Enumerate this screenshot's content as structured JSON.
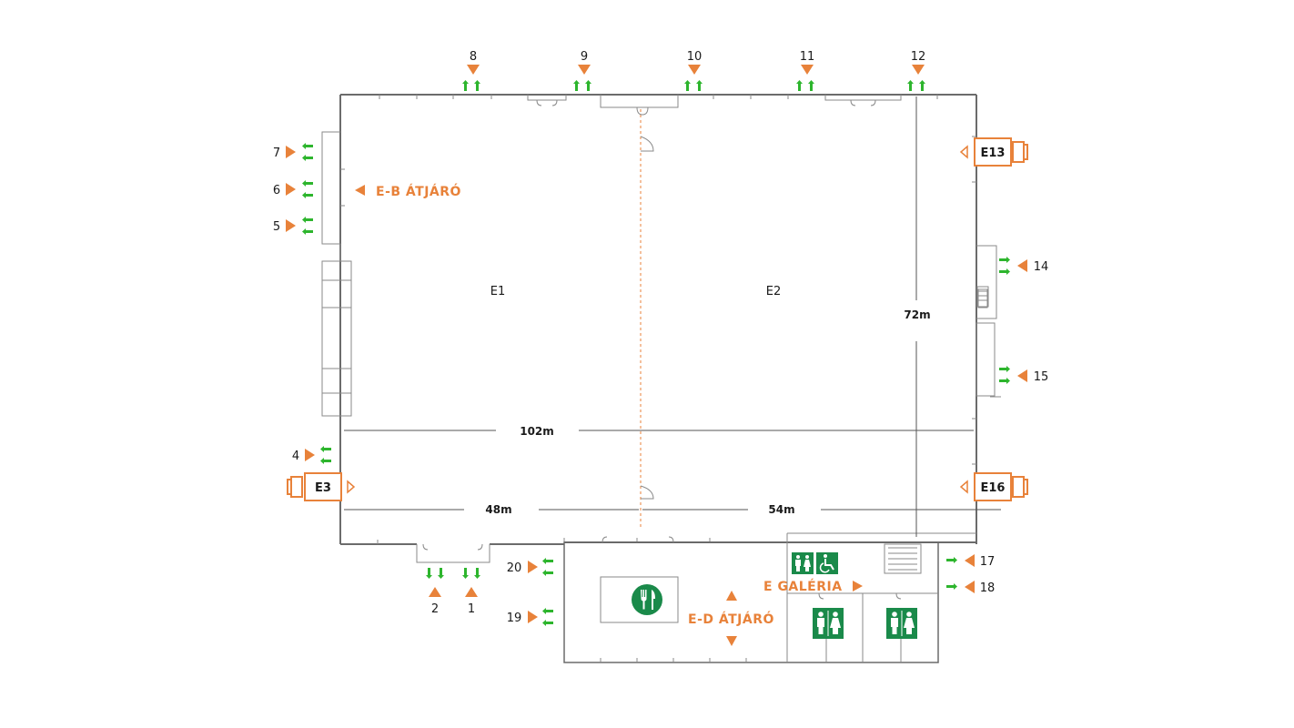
{
  "halls": [
    {
      "id": "hall-e1",
      "label": "E1"
    },
    {
      "id": "hall-e2",
      "label": "E2"
    }
  ],
  "dimensions": {
    "total_width": "102m",
    "left_width": "48m",
    "right_width": "54m",
    "depth": "72m"
  },
  "passages": {
    "e_b": "E-B ÁTJÁRÓ",
    "e_d": "E-D ÁTJÁRÓ",
    "gallery": "E GALÉRIA"
  },
  "entrances": {
    "e3": "E3",
    "e13": "E13",
    "e16": "E16"
  },
  "exits": {
    "1": "1",
    "2": "2",
    "4": "4",
    "5": "5",
    "6": "6",
    "7": "7",
    "8": "8",
    "9": "9",
    "10": "10",
    "11": "11",
    "12": "12",
    "14": "14",
    "15": "15",
    "17": "17",
    "18": "18",
    "19": "19",
    "20": "20"
  },
  "icons": [
    "restaurant-icon",
    "toilet-icon",
    "wheelchair-icon",
    "emergency-exit-icon",
    "entrance-door-icon"
  ],
  "colors": {
    "accent": "#e8823a",
    "exit_green": "#2db52d",
    "sign_green": "#1a8a4a",
    "wall": "#6b6b6b"
  }
}
